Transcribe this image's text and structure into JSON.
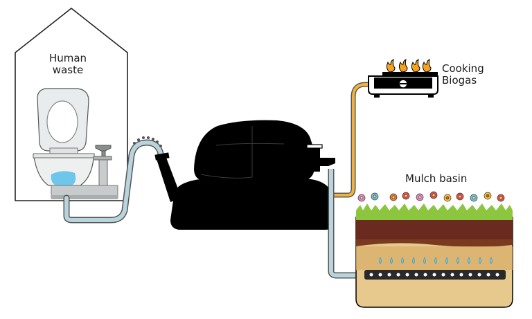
{
  "labels": {
    "human_waste_line1": "Human",
    "human_waste_line2": "waste",
    "cooking_line1": "Cooking",
    "cooking_line2": "Biogas",
    "mulch_basin": "Mulch basin"
  },
  "colors": {
    "pipe_water": "#b9d4dc",
    "pipe_gas": "#f2b33d",
    "digester": "#000000",
    "grass": "#8cc63f",
    "topsoil": "#6b2a1f",
    "sand": "#e7c98d",
    "water_splash": "#6ec6ea",
    "flame": "#f7a21b"
  },
  "icons": [
    "house-outline",
    "toilet-icon",
    "hand-pump-icon",
    "biogas-digester",
    "gas-stove-icon",
    "flame-icon",
    "flower-icon",
    "perforated-pipe"
  ]
}
